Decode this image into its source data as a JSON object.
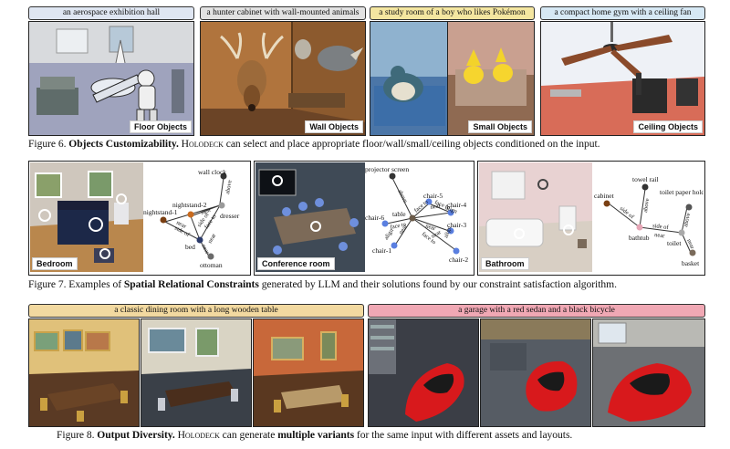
{
  "fig6": {
    "prompts": [
      "an aerospace exhibition hall",
      "a hunter cabinet with wall-mounted animals",
      "a study room of a boy who likes Pokémon",
      "a compact home gym with a ceiling fan"
    ],
    "labels": [
      "Floor Objects",
      "Wall Objects",
      "Small Objects",
      "Ceiling Objects"
    ],
    "caption": {
      "fig": "Figure 6.",
      "title": "Objects Customizability.",
      "holo": "Holodeck",
      "rest": "can select and place appropriate floor/wall/small/ceiling objects conditioned on the input."
    }
  },
  "fig7": {
    "labels": [
      "Bedroom",
      "Conference room",
      "Bathroom"
    ],
    "bedroom_nodes": [
      "wall clock",
      "nightstand-2",
      "nightstand-1",
      "dresser",
      "bed",
      "ottoman"
    ],
    "bedroom_rels": [
      "above",
      "near",
      "side of",
      "face to",
      "near",
      "side of",
      "near",
      "near"
    ],
    "conf_nodes": [
      "projector screen",
      "chair-5",
      "chair-4",
      "chair-6",
      "table",
      "chair-3",
      "chair-1",
      "chair-2"
    ],
    "conf_rels": [
      "above",
      "face to",
      "near",
      "face to",
      "align",
      "face to",
      "near",
      "align",
      "near",
      "face to",
      "near",
      "align"
    ],
    "bath_nodes": [
      "towel rail",
      "cabinet",
      "toilet paper holder",
      "bathtub",
      "toilet",
      "basket"
    ],
    "bath_rels": [
      "above",
      "side of",
      "side of",
      "near",
      "above",
      "near"
    ],
    "caption": {
      "fig": "Figure 7.",
      "pre": "Examples of",
      "title": "Spatial Relational Constraints",
      "rest": "generated by LLM and their solutions found by our constraint satisfaction algorithm."
    }
  },
  "fig8": {
    "prompts": [
      "a classic dining room with a long wooden table",
      "a garage with a red sedan and a black bicycle"
    ],
    "caption": {
      "fig": "Figure 8.",
      "title": "Output Diversity.",
      "holo": "Holodeck",
      "mid": "can generate",
      "bold2": "multiple variants",
      "rest": "for the same input with different assets and layouts."
    }
  }
}
